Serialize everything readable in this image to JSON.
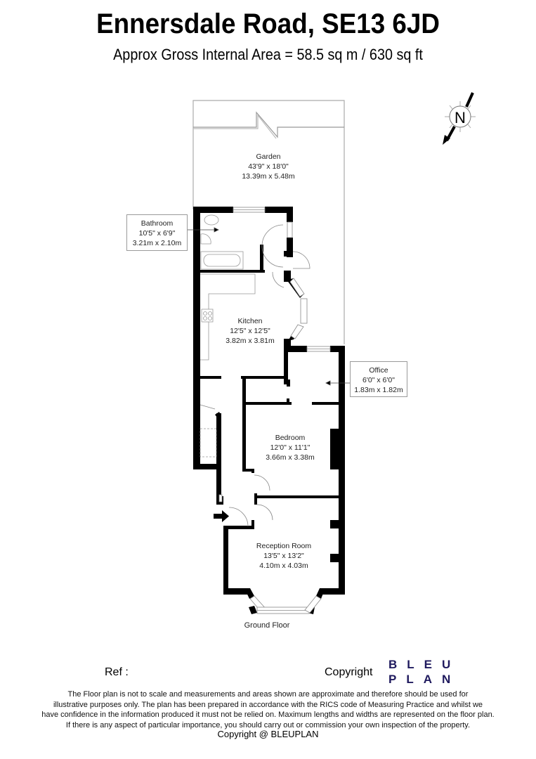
{
  "header": {
    "title": "Ennersdale Road, SE13 6JD",
    "subtitle": "Approx Gross Internal Area = 58.5 sq m / 630 sq ft"
  },
  "compass": {
    "icon": "north-arrow-icon",
    "letter": "N"
  },
  "rooms": {
    "garden": {
      "name": "Garden",
      "imperial": "43'9\" x 18'0\"",
      "metric": "13.39m x 5.48m"
    },
    "bathroom": {
      "name": "Bathroom",
      "imperial": "10'5\" x 6'9\"",
      "metric": "3.21m x 2.10m"
    },
    "kitchen": {
      "name": "Kitchen",
      "imperial": "12'5\" x 12'5\"",
      "metric": "3.82m x 3.81m"
    },
    "office": {
      "name": "Office",
      "imperial": "6'0\" x 6'0\"",
      "metric": "1.83m x 1.82m"
    },
    "bedroom": {
      "name": "Bedroom",
      "imperial": "12'0\" x 11'1\"",
      "metric": "3.66m x 3.38m"
    },
    "reception": {
      "name": "Reception Room",
      "imperial": "13'5\" x 13'2\"",
      "metric": "4.10m x 4.03m"
    }
  },
  "floor_label": "Ground Floor",
  "footer": {
    "ref_label": "Ref  :",
    "copyright_label": "Copyright",
    "logo_line1": "BLEU",
    "logo_line2": "PLAN",
    "logo_color": "#1f1a5e",
    "disclaimer": [
      "The Floor plan is not to scale and measurements and areas shown are approximate and therefore should be used for",
      "illustrative purposes only. The plan has been prepared in accordance with the RICS code of Measuring Practice and whilst we",
      "have confidence in the information produced it must not be relied on. Maximum lengths and widths are represented on the floor plan.",
      "If there is any aspect of particular importance, you should carry out or commission your own inspection of the property."
    ],
    "copyright_line": "Copyright @ BLEUPLAN"
  }
}
